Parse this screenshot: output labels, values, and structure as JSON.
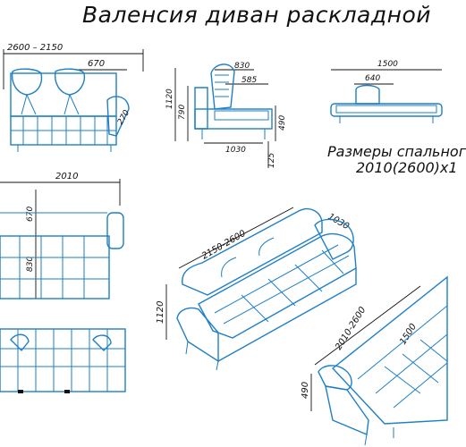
{
  "title": "Валенсия диван раскладной",
  "caption": {
    "line1": "Размеры спальног",
    "line2": "2010(2600)х1"
  },
  "dimensions": {
    "front_width": "2600 – 2150",
    "front_half": "670",
    "front_arm": "270",
    "side_depth": "830",
    "side_seat": "585",
    "side_height": "1120",
    "side_seat_height": "790",
    "side_arm_height": "490",
    "side_base": "1030",
    "side_leg": "125",
    "open_depth": "1500",
    "open_part": "640",
    "top_width": "2010",
    "top_depth1": "670",
    "top_depth2": "830",
    "iso_width": "2150-2600",
    "iso_depth": "1030",
    "iso_height": "1120",
    "open_iso_width": "2010-2600",
    "open_iso_depth": "1500",
    "open_iso_height": "490"
  },
  "colors": {
    "line": "#1e7fc6",
    "dimension": "#111111",
    "background": "#ffffff"
  }
}
